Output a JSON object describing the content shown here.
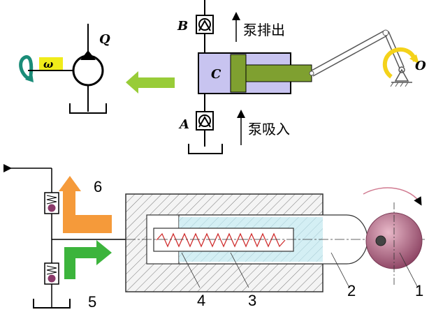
{
  "labels": {
    "omega": "ω",
    "Q": "Q",
    "B": "B",
    "C": "C",
    "A": "A",
    "O": "O",
    "pump_discharge": "泵排出",
    "pump_suction": "泵吸入",
    "n1": "1",
    "n2": "2",
    "n3": "3",
    "n4": "4",
    "n5": "5",
    "n6": "6"
  },
  "colors": {
    "cylinder_body": "#c8c4f0",
    "rod_green": "#7fa030",
    "arrow_lime": "#98cc38",
    "arrow_orange": "#f59a3a",
    "arrow_green": "#3cb43c",
    "rotation_yellow": "#f4d21a",
    "rotation_teal": "#1a8c78",
    "omega_box": "#f0ec1a",
    "eccentric": "#a85a72",
    "cylinder_bore": "#c6eaf0",
    "valve_ball": "#8a3a6a"
  }
}
